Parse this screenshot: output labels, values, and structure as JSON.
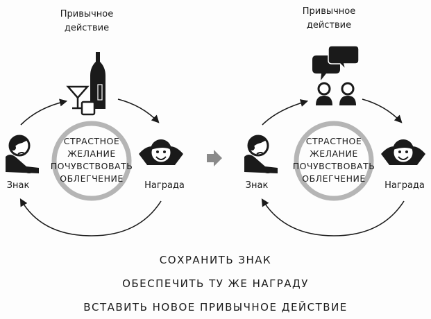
{
  "loops": [
    {
      "routine_label_line1": "Привычное",
      "routine_label_line2": "действие",
      "routine_icon": "alcohol-bottle-glasses-icon",
      "cue_label": "Знак",
      "reward_label": "Награда",
      "craving": [
        "СТРАСТНОЕ",
        "ЖЕЛАНИЕ",
        "ПОЧУВСТВОВАТЬ",
        "ОБЛЕГЧЕНИЕ"
      ]
    },
    {
      "routine_label_line1": "Привычное",
      "routine_label_line2": "действие",
      "routine_icon": "two-people-talking-icon",
      "cue_label": "Знак",
      "reward_label": "Награда",
      "craving": [
        "СТРАСТНОЕ",
        "ЖЕЛАНИЕ",
        "ПОЧУВСТВОВАТЬ",
        "ОБЛЕГЧЕНИЕ"
      ]
    }
  ],
  "steps": [
    "СОХРАНИТЬ ЗНАК",
    "ОБЕСПЕЧИТЬ ТУ ЖЕ НАГРАДУ",
    "ВСТАВИТЬ НОВОЕ ПРИВЫЧНОЕ ДЕЙСТВИЕ"
  ],
  "colors": {
    "ink": "#1a1a1a",
    "ring": "#b5b5b5",
    "transition_arrow": "#8a8a8a"
  }
}
